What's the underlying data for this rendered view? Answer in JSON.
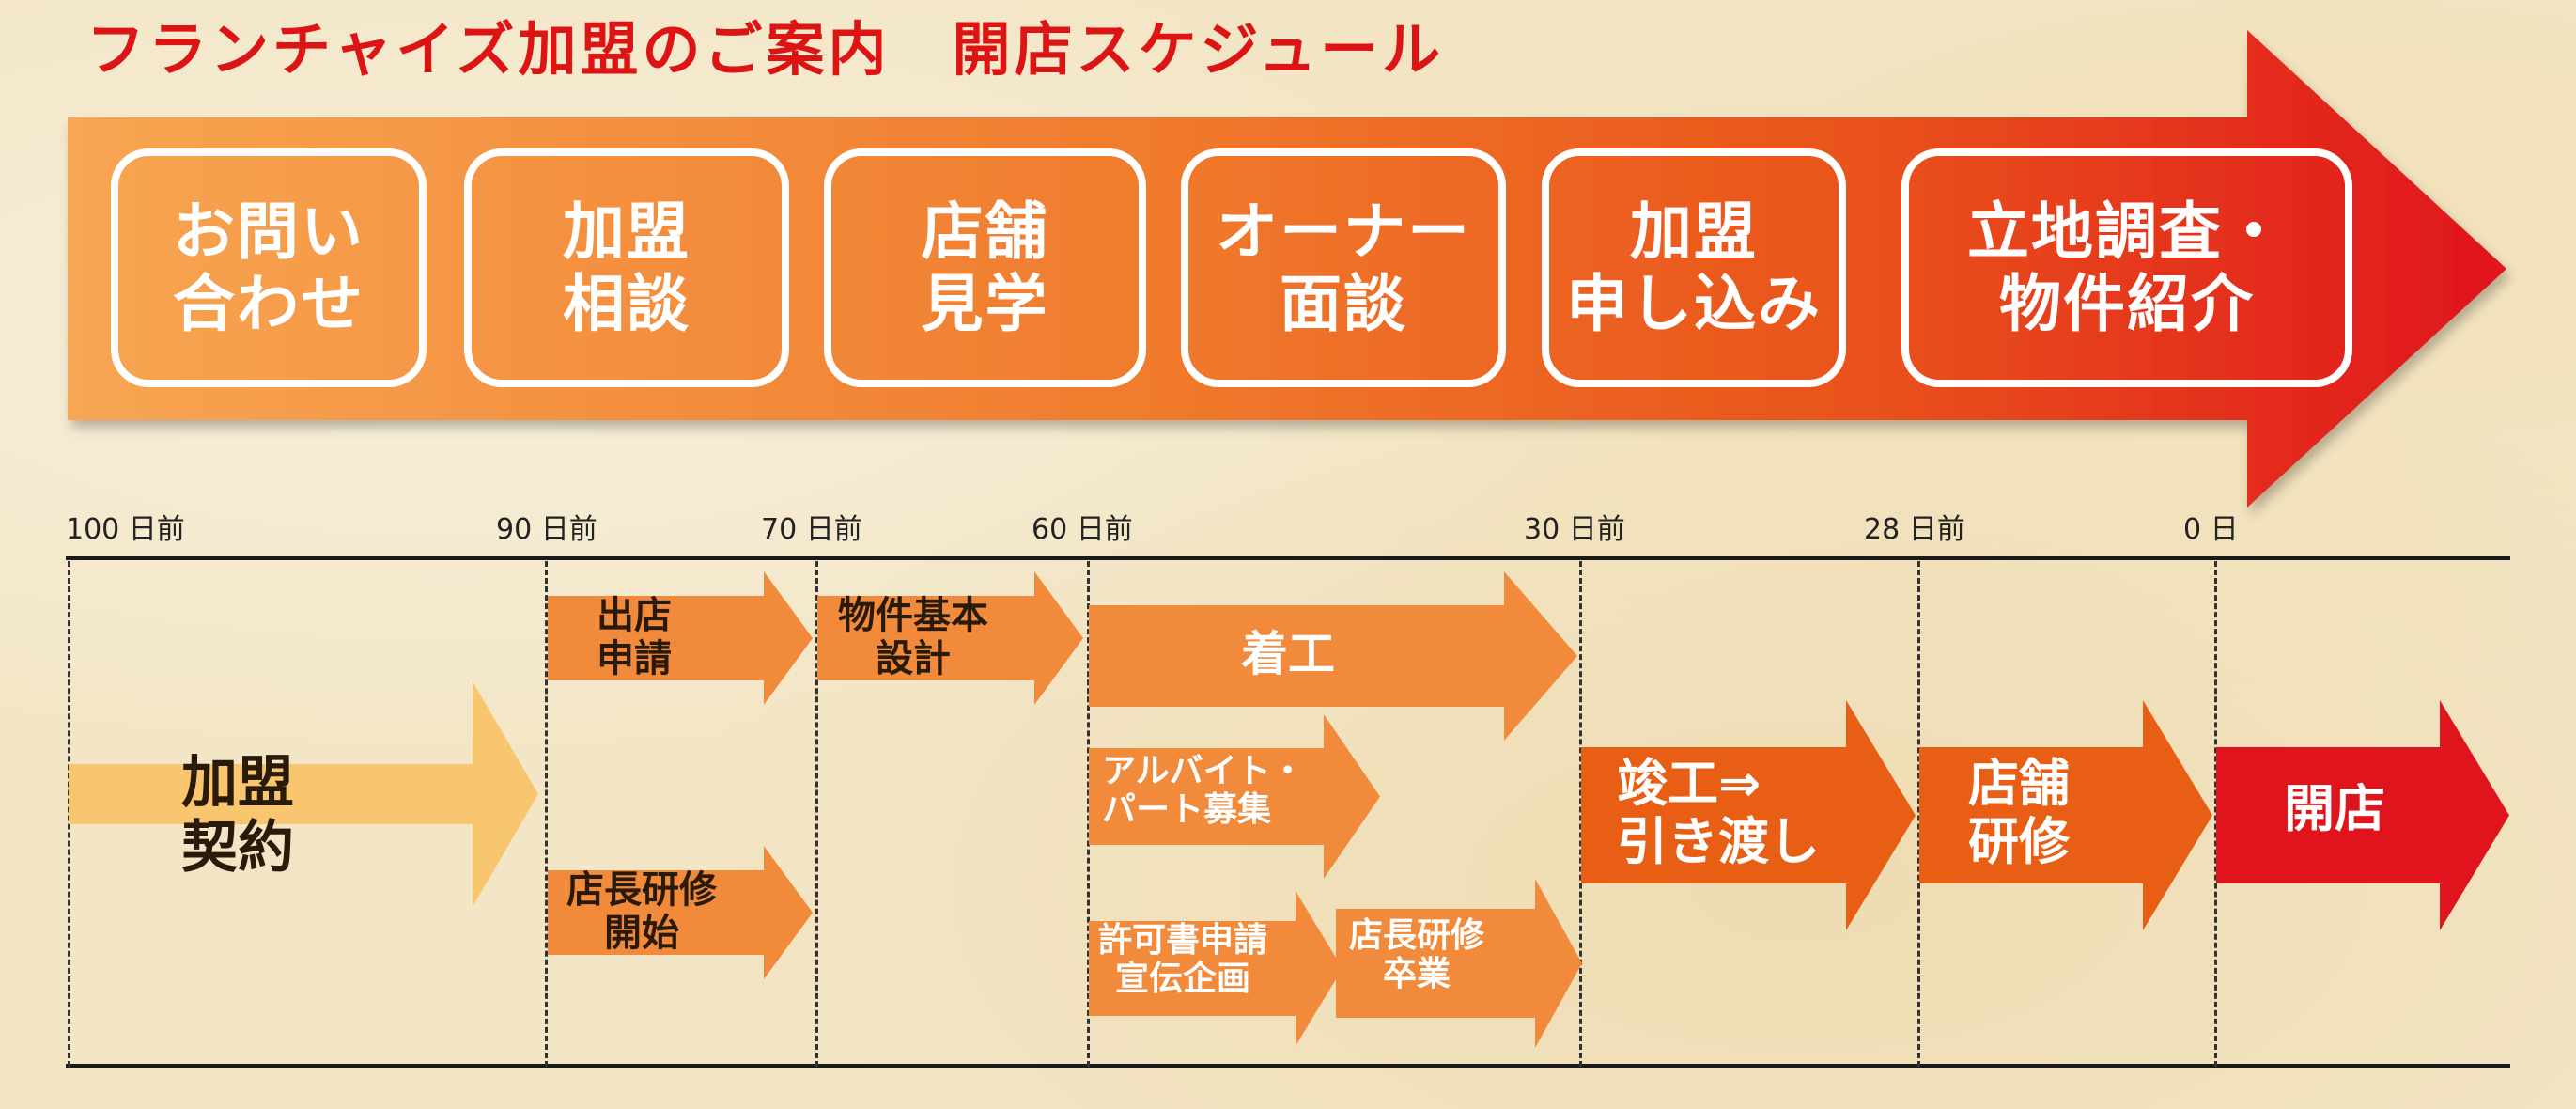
{
  "title": "フランチャイズ加盟のご案内　開店スケジュール",
  "colors": {
    "title": "#dd1414",
    "dark_text": "#2a1a0a",
    "white": "#ffffff",
    "light_arrow": "#f8c66e",
    "orange": "#f18a3a",
    "deep_orange": "#e85e14",
    "red": "#e0141c"
  },
  "steps": [
    {
      "label": "お問い\n合わせ"
    },
    {
      "label": "加盟\n相談"
    },
    {
      "label": "店舗\n見学"
    },
    {
      "label": "オーナー\n面談"
    },
    {
      "label": "加盟\n申し込み"
    },
    {
      "label": "立地調査・\n物件紹介"
    }
  ],
  "timeline": {
    "days": [
      "100 日前",
      "90 日前",
      "70 日前",
      "60 日前",
      "30 日前",
      "28 日前",
      "0 日"
    ],
    "tasks": [
      {
        "label": "加盟\n契約"
      },
      {
        "label": "出店\n申請"
      },
      {
        "label": "店長研修\n開始"
      },
      {
        "label": "物件基本\n設計"
      },
      {
        "label": "着工"
      },
      {
        "label": "アルバイト・\nパート募集"
      },
      {
        "label": "許可書申請\n宣伝企画"
      },
      {
        "label": "店長研修\n卒業"
      },
      {
        "label": "竣工⇒\n引き渡し"
      },
      {
        "label": "店舗\n研修"
      },
      {
        "label": "開店"
      }
    ]
  }
}
